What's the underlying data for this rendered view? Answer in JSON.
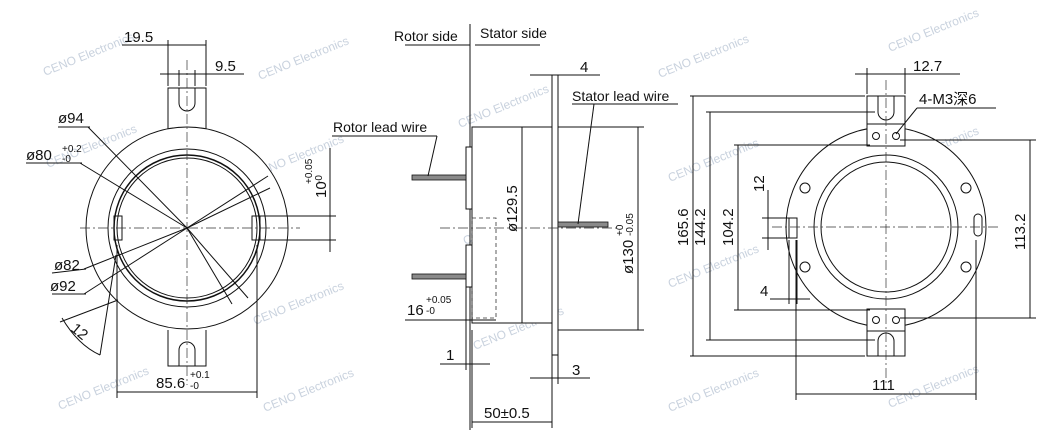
{
  "watermark": "CENO Electronics",
  "left_view": {
    "dims": {
      "top_width": "19.5",
      "slot": "9.5",
      "d94": "ø94",
      "d80_base": "ø80",
      "d80_tol_up": "+0.2",
      "d80_tol_lo": "-0",
      "d82": "ø82",
      "d92": "ø92",
      "ang12": "12",
      "h10_base": "10",
      "h10_tol_up": "+0.05",
      "h10_tol_lo": "-0",
      "bottom_base": "85.6",
      "bottom_tol_up": "+0.1",
      "bottom_tol_lo": "-0"
    }
  },
  "middle_view": {
    "rotor_side": "Rotor side",
    "stator_side": "Stator side",
    "rotor_lead": "Rotor lead wire",
    "stator_lead": "Stator lead wire",
    "dims": {
      "t4": "4",
      "d129": "ø129.5",
      "d130_base": "ø130",
      "d130_tol_up": "+0",
      "d130_tol_lo": "-0.05",
      "d16_base": "16",
      "d16_tol_up": "+0.05",
      "d16_tol_lo": "-0",
      "one": "1",
      "three": "3",
      "len50": "50±0.5"
    }
  },
  "right_view": {
    "dims": {
      "w127": "12.7",
      "holes": "4-M3深6",
      "h1656": "165.6",
      "h1442": "144.2",
      "h1042": "104.2",
      "h12": "12",
      "h4": "4",
      "h1132": "113.2",
      "w111": "111"
    }
  }
}
